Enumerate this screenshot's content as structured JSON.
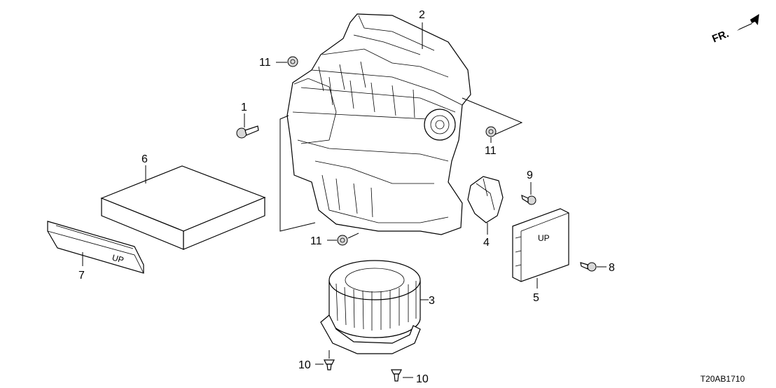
{
  "direction": {
    "label": "FR."
  },
  "diagram_code": "T20AB1710",
  "callouts": {
    "c1": "1",
    "c2": "2",
    "c3": "3",
    "c4": "4",
    "c5": "5",
    "c6": "6",
    "c7": "7",
    "c8": "8",
    "c9": "9",
    "c10a": "10",
    "c10b": "10",
    "c11a": "11",
    "c11b": "11",
    "c11c": "11"
  },
  "filter_cover_text": "UP",
  "module_text": "UP"
}
